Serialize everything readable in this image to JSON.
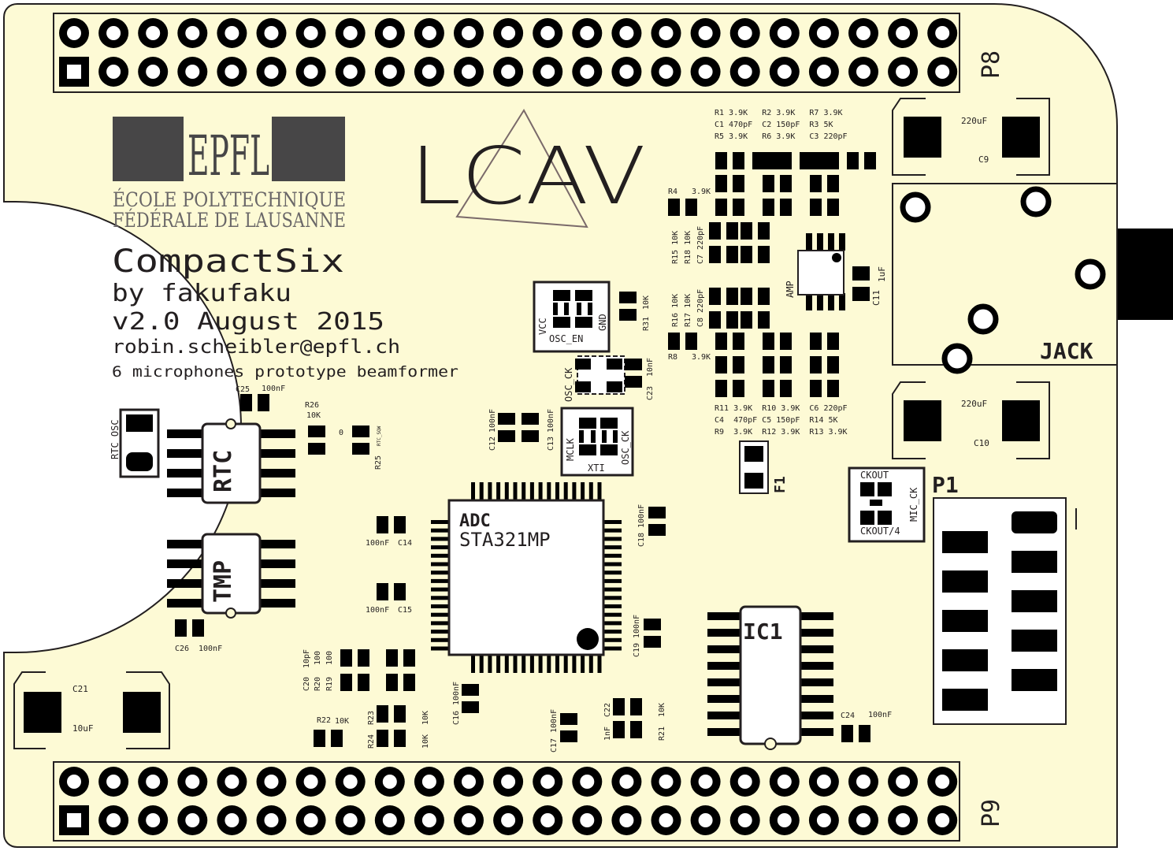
{
  "board": {
    "colors": {
      "substrate": "#fdfad5",
      "ink": "#231f20",
      "pad": "#000000",
      "hole": "#ffffff"
    },
    "headers": {
      "top": "P8",
      "bottom": "P9"
    }
  },
  "logos": {
    "epfl_mark": "EPFL",
    "epfl_line1": "ÉCOLE POLYTECHNIQUE",
    "epfl_line2": "FÉDÉRALE DE LAUSANNE",
    "lcav": "LCAV"
  },
  "title": {
    "name": "CompactSix",
    "author": "by fakufaku",
    "version": "v2.0 August 2015",
    "email": "robin.scheibler@epfl.ch",
    "description": "6 microphones prototype beamformer"
  },
  "ics": {
    "rtc": "RTC",
    "tmp": "TMP",
    "adc_label": "ADC",
    "adc_part": "STA321MP",
    "ic1": "IC1",
    "amp": "AMP",
    "jack": "JACK",
    "p1": "P1",
    "f1": "F1"
  },
  "jumpers": {
    "osc_en": {
      "left": "VCC",
      "right": "GND",
      "bottom": "OSC_EN"
    },
    "xti": {
      "left": "MCLK",
      "right": "OSC_CK",
      "bottom": "XTI"
    },
    "mic": {
      "top": "CKOUT",
      "bottom": "CKOUT/4",
      "right": "MIC_CK"
    },
    "osc_ck": "OSC_CK",
    "rtc_osc": "RTC_OSC"
  },
  "value_table": {
    "top_rows": [
      "R1 3.9K   R2 3.9K   R7 3.9K",
      "C1 470pF  C2 150pF  R3 5K",
      "R5 3.9K   R6 3.9K   C3 220pF"
    ],
    "bottom_rows": [
      "R11 3.9K  R10 3.9K  C6 220pF",
      "C4  470pF C5 150pF  R14 5K",
      "R9  3.9K  R12 3.9K  R13 3.9K"
    ]
  },
  "labels": {
    "r4": "R4",
    "r4_val": "3.9K",
    "r8": "R8",
    "r8_val": "3.9K",
    "r15": "R15 10K",
    "r18": "R18 10K",
    "c7": "C7 220pF",
    "r16": "R16  10K",
    "r17": "R17  10K",
    "c8": "C8 220pF",
    "c11": "C11",
    "c11_val": "1uF",
    "c9": "C9",
    "c9_val": "220uF",
    "c10": "C10",
    "c10_val": "220uF",
    "c21": "C21",
    "c21_val": "10uF",
    "c25": "C25",
    "c25_val": "100nF",
    "c26": "C26",
    "c26_val": "100nF",
    "r26": "R26",
    "r26_val": "10K",
    "r25": "R25",
    "r25_sub": "RTC_SQW",
    "r25_val": "0",
    "r31": "R31",
    "r31_val": "10K",
    "c23": "C23",
    "c23_val": "10nF",
    "c12": "C12",
    "c12_val": "100nF",
    "c13": "C13",
    "c13_val": "100nF",
    "c14": "C14",
    "c14_val": "100nF",
    "c15": "C15",
    "c15_val": "100nF",
    "c18": "C18",
    "c18_val": "100nF",
    "c19": "C19",
    "c19_val": "100nF",
    "c16": "C16",
    "c16_val": "100nF",
    "c17": "C17",
    "c17_val": "100nF",
    "c20": "C20",
    "c20_val": "10pF",
    "r20": "R20",
    "r20_val": "100",
    "r19": "R19",
    "r19_val": "100",
    "r22": "R22",
    "r22_val": "10K",
    "r23": "R23",
    "r23_val": "10K",
    "r24": "R24",
    "r24_val": "10K",
    "c22": "C22",
    "c22_val": "1nF",
    "r21": "R21",
    "r21_val": "10K",
    "c24": "C24",
    "c24_val": "100nF"
  }
}
